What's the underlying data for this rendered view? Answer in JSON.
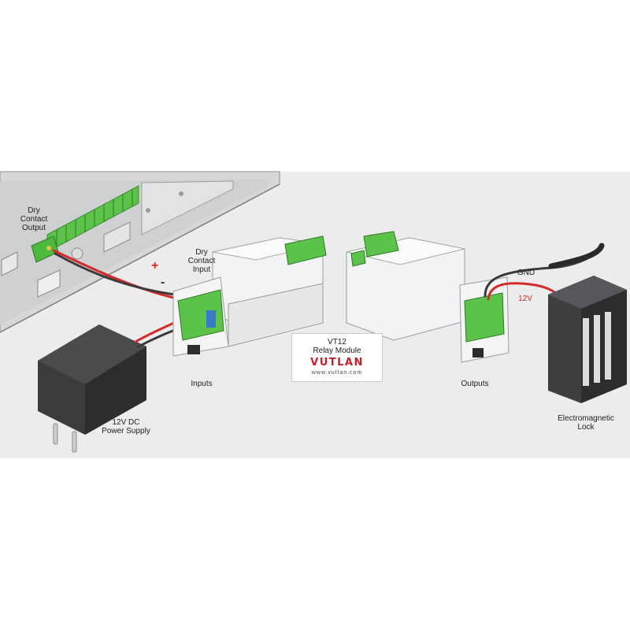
{
  "labels": {
    "dry_contact_output": "Dry\nContact\nOutput",
    "dry_contact_input": "Dry\nContact\nInput",
    "inputs": "Inputs",
    "outputs": "Outputs",
    "power_supply": "12V DC\nPower Supply",
    "lock": "Electromagnetic\nLock",
    "gnd": "GND",
    "v12": "12V",
    "plus": "+",
    "minus": "-"
  },
  "center_box": {
    "model": "VT12",
    "name": "Relay Module",
    "brand": "VUTLAN",
    "url": "www.vutlan.com"
  },
  "colors": {
    "background_band": "#ececec",
    "wire_red": "#d42a2a",
    "wire_dark": "#3a3a3a",
    "terminal_green": "#5cc34a",
    "module_body": "#f2f3f4",
    "brand_red": "#c8202c"
  }
}
